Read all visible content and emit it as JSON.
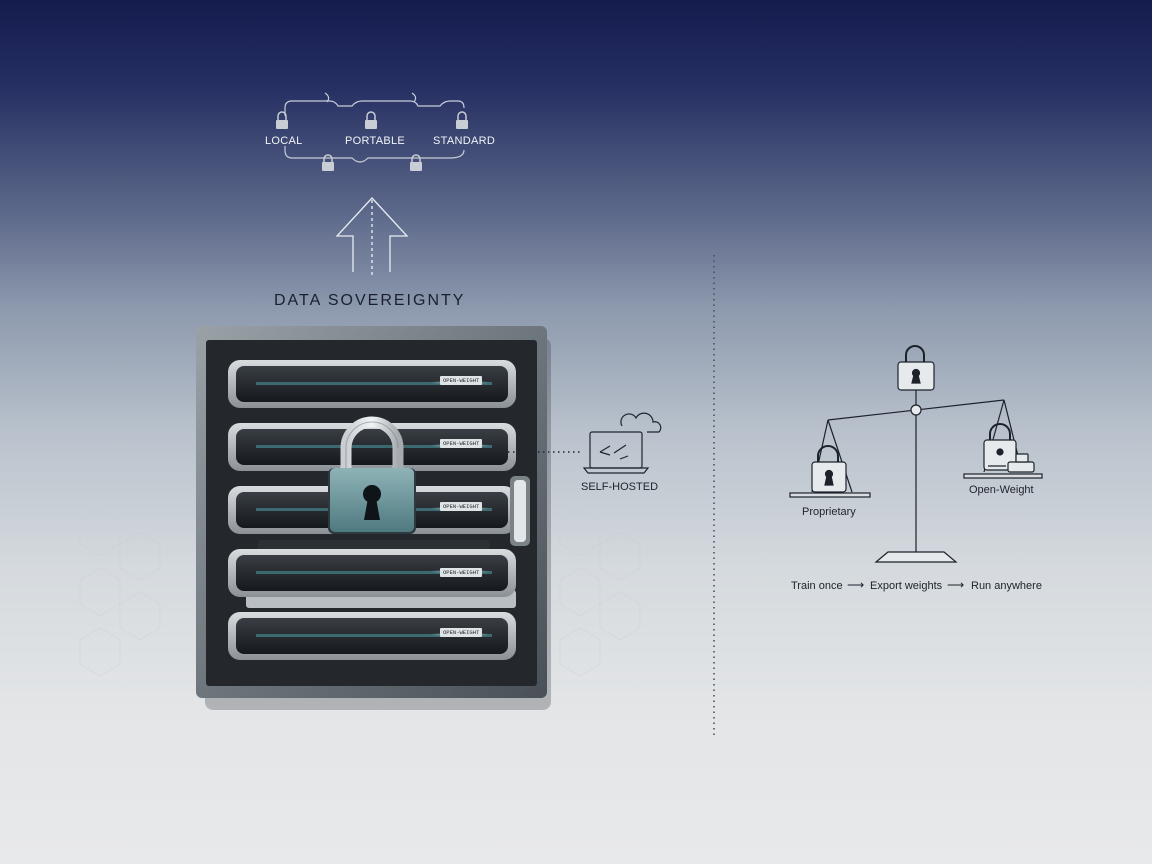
{
  "chain": {
    "items": [
      {
        "label": "LOCAL"
      },
      {
        "label": "PORTABLE"
      },
      {
        "label": "STANDARD"
      }
    ]
  },
  "title": "DATA SOVEREIGNTY",
  "server": {
    "slot_label": "OPEN-WEIGHT"
  },
  "laptop": {
    "label": "SELF-HOSTED"
  },
  "scale": {
    "left_label": "Proprietary",
    "right_label": "Open-Weight"
  },
  "flow": {
    "step1": "Train once",
    "step2": "Export weights",
    "step3": "Run anywhere"
  },
  "colors": {
    "accent_teal": "#6f9aa1",
    "deep_navy": "#141c4e"
  }
}
